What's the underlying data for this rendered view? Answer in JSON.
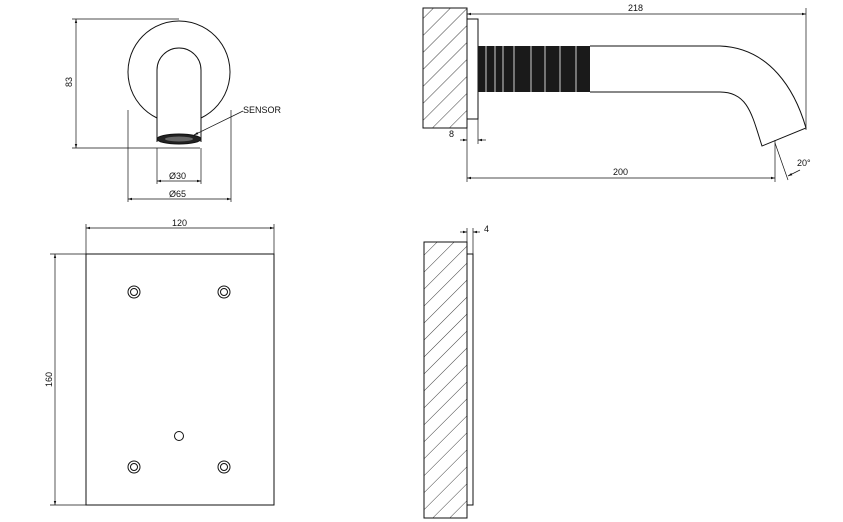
{
  "front_view": {
    "height_dim": "83",
    "label_sensor": "SENSOR",
    "inner_dia": "Ø30",
    "outer_dia": "Ø65"
  },
  "side_view": {
    "length_dim": "218",
    "projection_dim": "200",
    "plate_dim": "8",
    "angle_dim": "20°"
  },
  "plate_view": {
    "width_dim": "120",
    "height_dim": "160"
  },
  "plate_side_view": {
    "thickness_dim": "4"
  }
}
